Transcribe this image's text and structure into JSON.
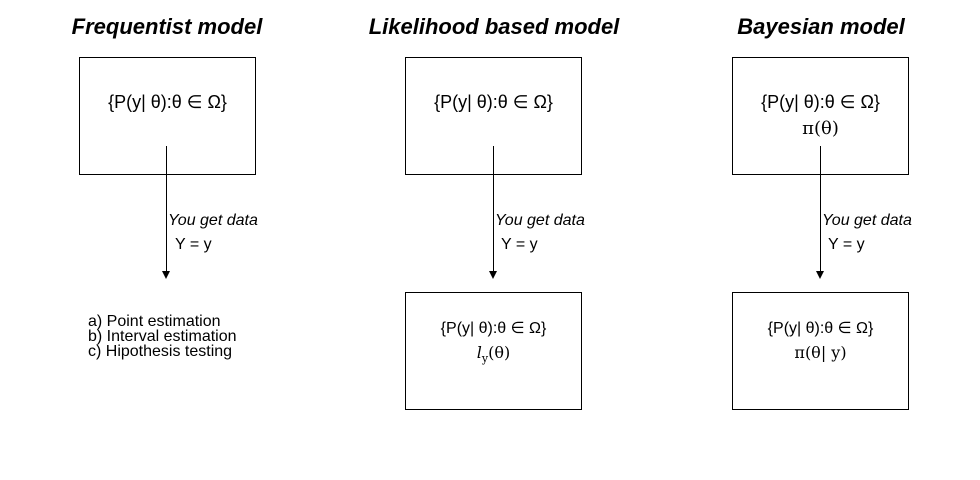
{
  "columns": [
    {
      "title": "Frequentist model",
      "box_line1": "{P(y| θ):θ ∈ Ω}",
      "arrow_label": "You get data",
      "arrow_eq": "Y = y",
      "results": [
        "a) Point estimation",
        "b) Interval estimation",
        "c) Hipothesis testing"
      ]
    },
    {
      "title": "Likelihood based model",
      "box_line1": "{P(y| θ):θ ∈ Ω}",
      "arrow_label": "You get data",
      "arrow_eq": "Y = y",
      "result_line1": "{P(y| θ):θ ∈ Ω}",
      "result_symbol": "l",
      "result_sub": "y",
      "result_rest": "(θ)"
    },
    {
      "title": "Bayesian model",
      "box_line1": "{P(y| θ):θ ∈ Ω}",
      "box_line2": "π(θ)",
      "arrow_label": "You get data",
      "arrow_eq": "Y = y",
      "result_line1": "{P(y| θ):θ ∈ Ω}",
      "result_line2": "π(θ| y)"
    }
  ]
}
